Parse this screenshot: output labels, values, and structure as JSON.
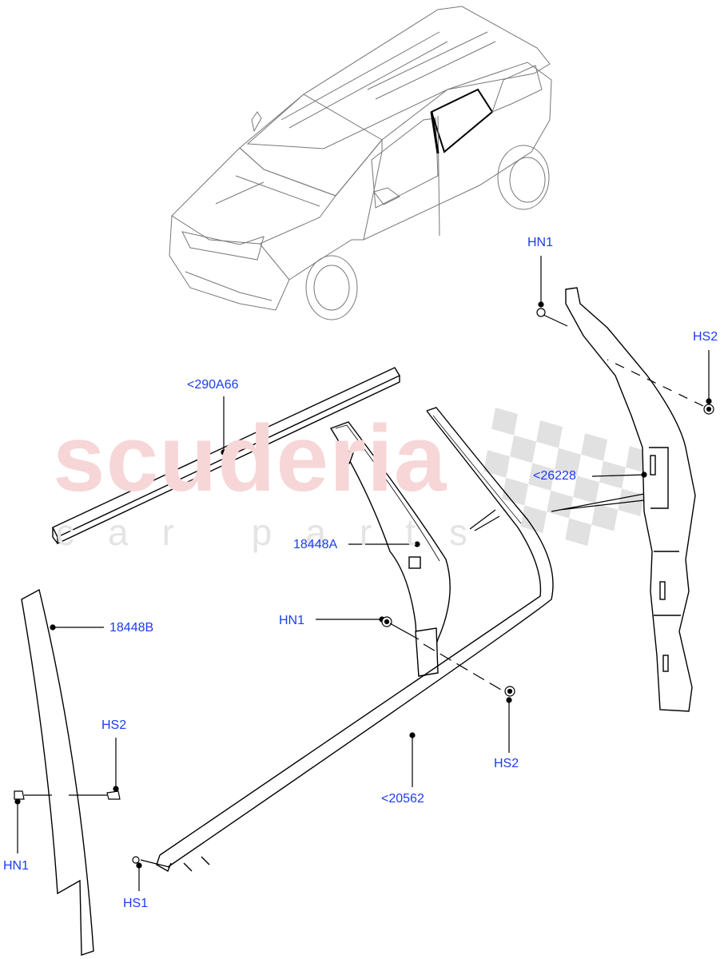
{
  "diagram": {
    "type": "exploded-parts-diagram",
    "subject": "vehicle side door window trim / glass run channel components",
    "watermark": {
      "primary": "scuderia",
      "secondary": "car parts",
      "primary_color": "#f7d6d8",
      "secondary_color": "#e4e4e4",
      "checker_color": "#dcdcdc"
    },
    "label_color": "#1c3cf0",
    "line_color": "#000000",
    "parts": [
      {
        "id": "p-290A66",
        "label": "<290A66",
        "description": "upper waist/roof rail strip"
      },
      {
        "id": "p-26228",
        "label": "<26228",
        "description": "rear door frame trim bracket"
      },
      {
        "id": "p-18448A",
        "label": "18448A",
        "description": "B-pillar appliqué trim"
      },
      {
        "id": "p-18448B",
        "label": "18448B",
        "description": "pillar finisher panel"
      },
      {
        "id": "p-20562",
        "label": "<20562",
        "description": "door glass run channel"
      }
    ],
    "fasteners": [
      {
        "id": "f-hn1-top",
        "label": "HN1"
      },
      {
        "id": "f-hs2-top",
        "label": "HS2"
      },
      {
        "id": "f-hn1-mid",
        "label": "HN1"
      },
      {
        "id": "f-hs2-mid",
        "label": "HS2"
      },
      {
        "id": "f-hs2-left",
        "label": "HS2"
      },
      {
        "id": "f-hn1-left",
        "label": "HN1"
      },
      {
        "id": "f-hs1",
        "label": "HS1"
      }
    ]
  }
}
